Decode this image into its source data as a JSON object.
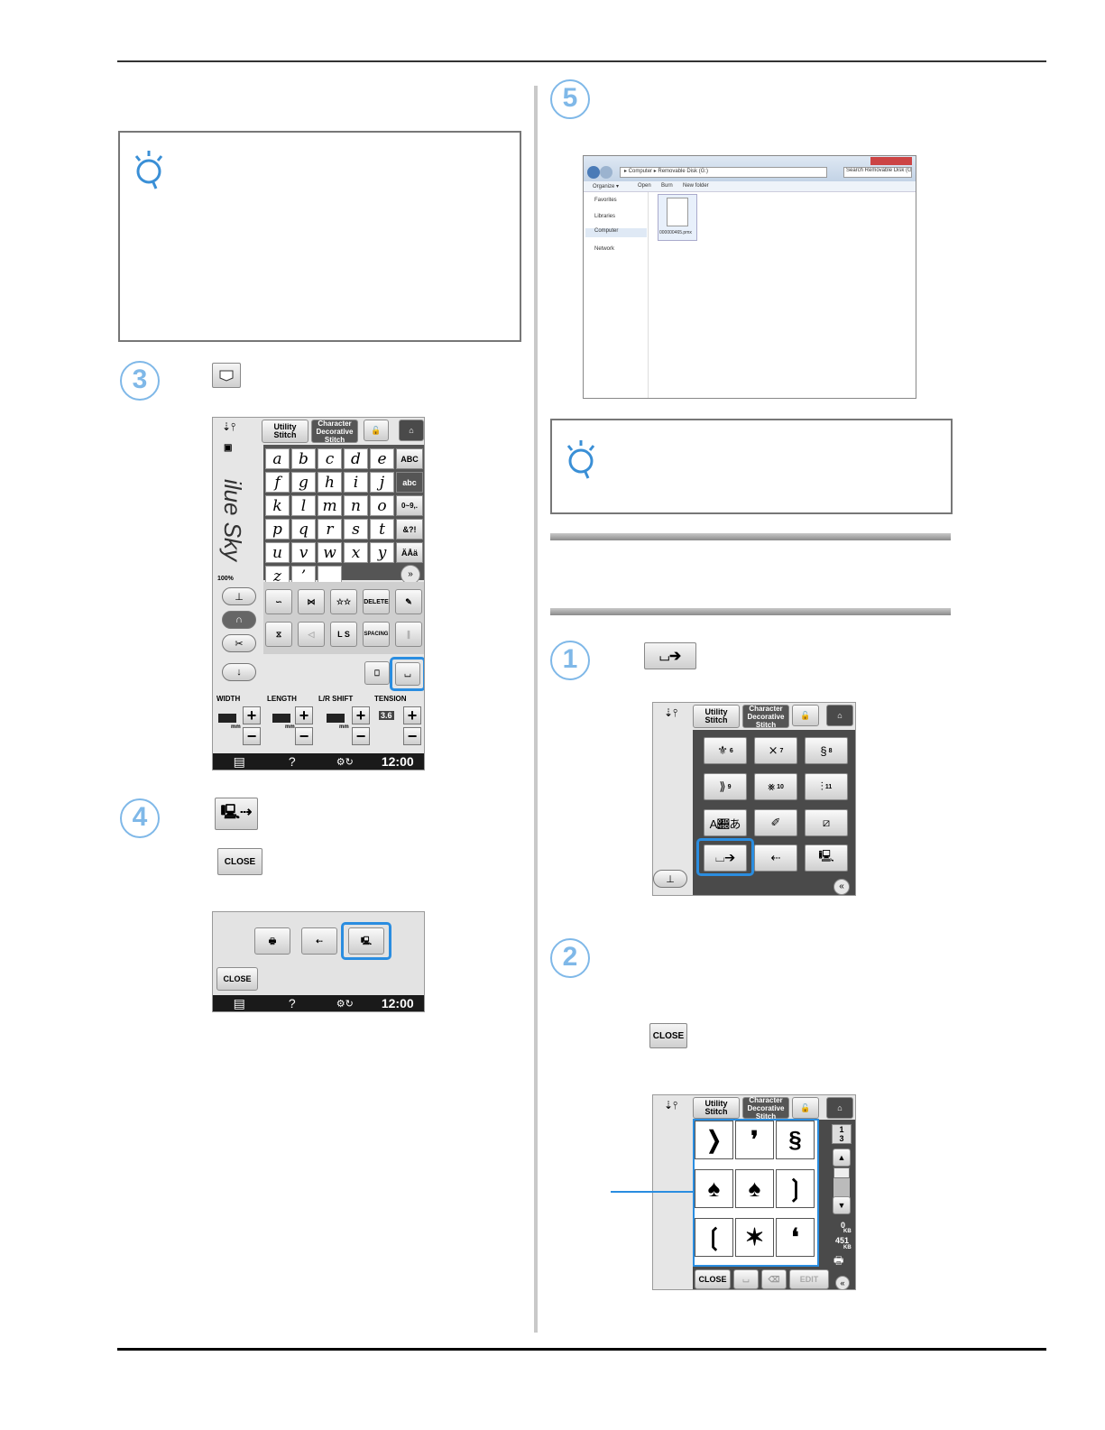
{
  "screens": {
    "common": {
      "tab_utility": "Utility Stitch",
      "tab_character": "Character Decorative Stitch",
      "bottom_time": "12:00",
      "bottom_help": "?"
    },
    "keyboard": {
      "rows": [
        [
          "a",
          "b",
          "c",
          "d",
          "e"
        ],
        [
          "f",
          "g",
          "h",
          "i",
          "j"
        ],
        [
          "k",
          "l",
          "m",
          "n",
          "o"
        ],
        [
          "p",
          "q",
          "r",
          "s",
          "t"
        ],
        [
          "u",
          "v",
          "w",
          "x",
          "y"
        ],
        [
          "z",
          "’",
          "_"
        ]
      ],
      "side_keys": [
        "ABC",
        "abc",
        "0~9,.",
        "&?!",
        "ÄÅä"
      ],
      "preview_text": "ilue Sky",
      "zoom": "100%",
      "delete_label": "DELETE",
      "spacing_label": "SPACING",
      "size_label": "L S",
      "width_label": "WIDTH",
      "length_label": "LENGTH",
      "shift_label": "L/R SHIFT",
      "tension_label": "TENSION",
      "tension_value": "3.6",
      "mm": "mm"
    },
    "save": {
      "close_label": "CLOSE"
    },
    "categories": {
      "numbers": [
        "6",
        "7",
        "8",
        "9",
        "10",
        "11"
      ]
    },
    "pattern_list": {
      "page_num": "1",
      "page_den": "3",
      "mem_used": "0",
      "mem_free": "451",
      "kb": "KB",
      "close_label": "CLOSE",
      "edit_label": "EDIT",
      "cells": [
        "❭",
        "❜",
        "§",
        "♠",
        "♠",
        "❳",
        "❲",
        "✶",
        "❛"
      ]
    }
  },
  "explorer": {
    "address": "▸ Computer ▸ Removable Disk (G:)",
    "search_placeholder": "Search Removable Disk (G:)",
    "toolbar": [
      "Organize ▾",
      "Open",
      "Burn",
      "New folder"
    ],
    "nav": [
      "Favorites",
      "Libraries",
      "Computer",
      "Network"
    ],
    "file_name": "000000465.pmx"
  },
  "steps": {
    "s1": "1",
    "s2": "2",
    "s3": "3",
    "s4": "4",
    "s5": "5"
  },
  "inline_buttons": {
    "close": "CLOSE"
  }
}
